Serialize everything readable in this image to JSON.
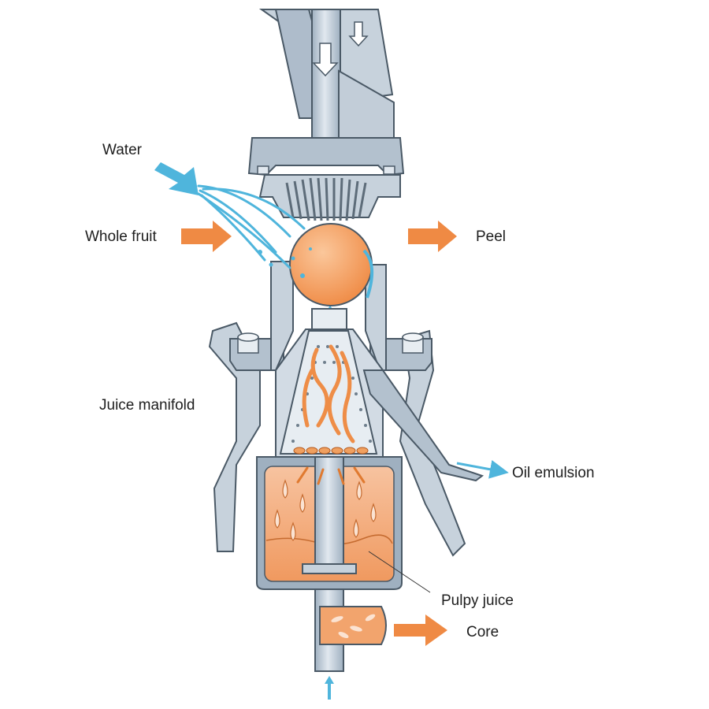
{
  "labels": {
    "water": "Water",
    "whole_fruit": "Whole fruit",
    "peel": "Peel",
    "juice_manifold": "Juice manifold",
    "oil_emulsion": "Oil emulsion",
    "pulpy_juice": "Pulpy juice",
    "core": "Core"
  },
  "colors": {
    "metal": "#b9c6d3",
    "metal_light": "#dde6ee",
    "metal_dark": "#7f8e9c",
    "outline": "#4a5966",
    "orange": "#ee8d47",
    "orange_light": "#f6b887",
    "juice": "#f3a877",
    "water_blue": "#4fb5dc"
  }
}
